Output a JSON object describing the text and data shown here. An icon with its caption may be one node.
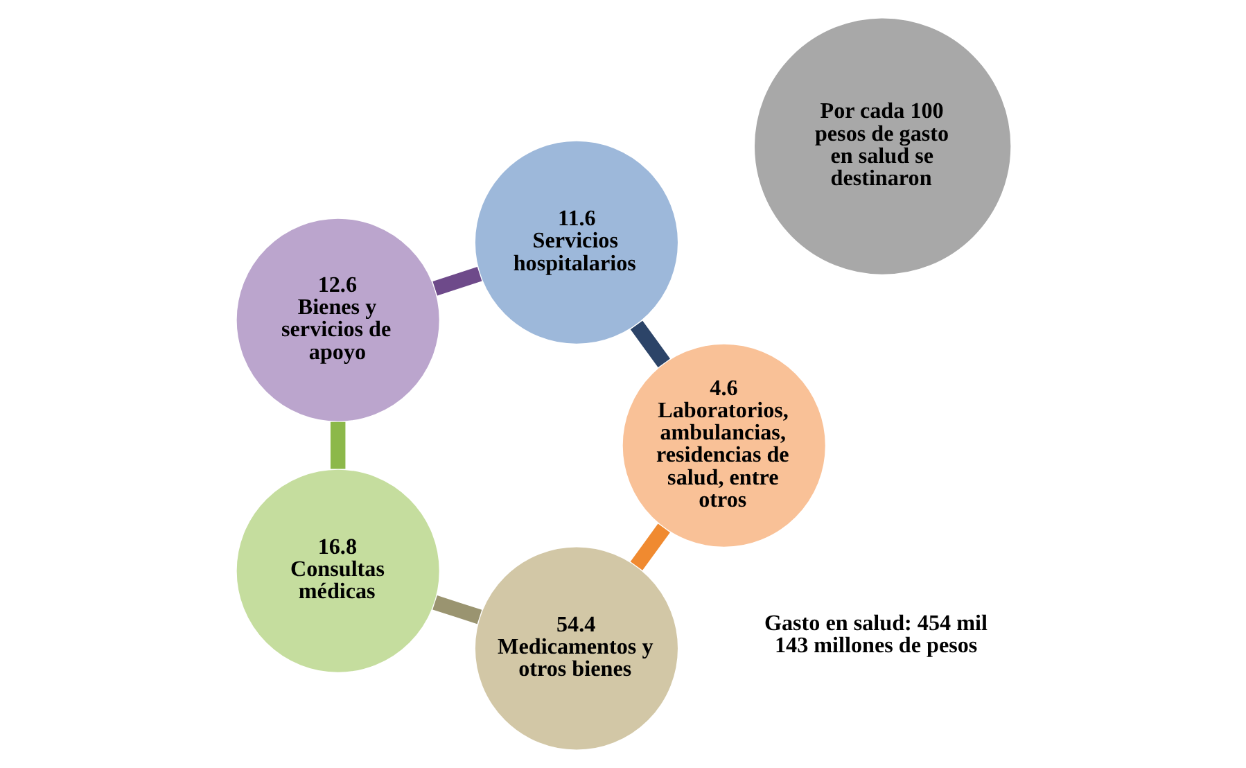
{
  "diagram": {
    "nodes": [
      {
        "text": [
          "54.4",
          "Medicamentos y otros bienes"
        ]
      },
      {
        "text": [
          "4.6",
          "Laboratorios, ambulancias, residencias de salud, entre otros"
        ]
      },
      {
        "text": [
          "16.8",
          "Consultas médicas"
        ]
      },
      {
        "text": [
          "Por cada 100 pesos de gasto en salud se destinaron"
        ]
      },
      {
        "text": [
          "11.6",
          "Servicios hospitalarios"
        ]
      },
      {
        "text": [
          "12.6",
          "Bienes y servicios de apoyo"
        ]
      }
    ],
    "edges": [
      {
        "from": 0,
        "to": 2,
        "arrow": "none",
        "color": "#9a9470"
      },
      {
        "from": 2,
        "to": 5,
        "arrow": "none",
        "color": "#8cb84a"
      },
      {
        "from": 5,
        "to": 4,
        "arrow": "none",
        "color": "#6e4a8a"
      },
      {
        "from": 4,
        "to": 1,
        "arrow": "none",
        "color": "#2c4468"
      },
      {
        "from": 1,
        "to": 0,
        "arrow": "none",
        "color": "#f08a30"
      }
    ],
    "labels": [
      "Gasto en salud: 454 mil 143 millones de pesos"
    ]
  }
}
